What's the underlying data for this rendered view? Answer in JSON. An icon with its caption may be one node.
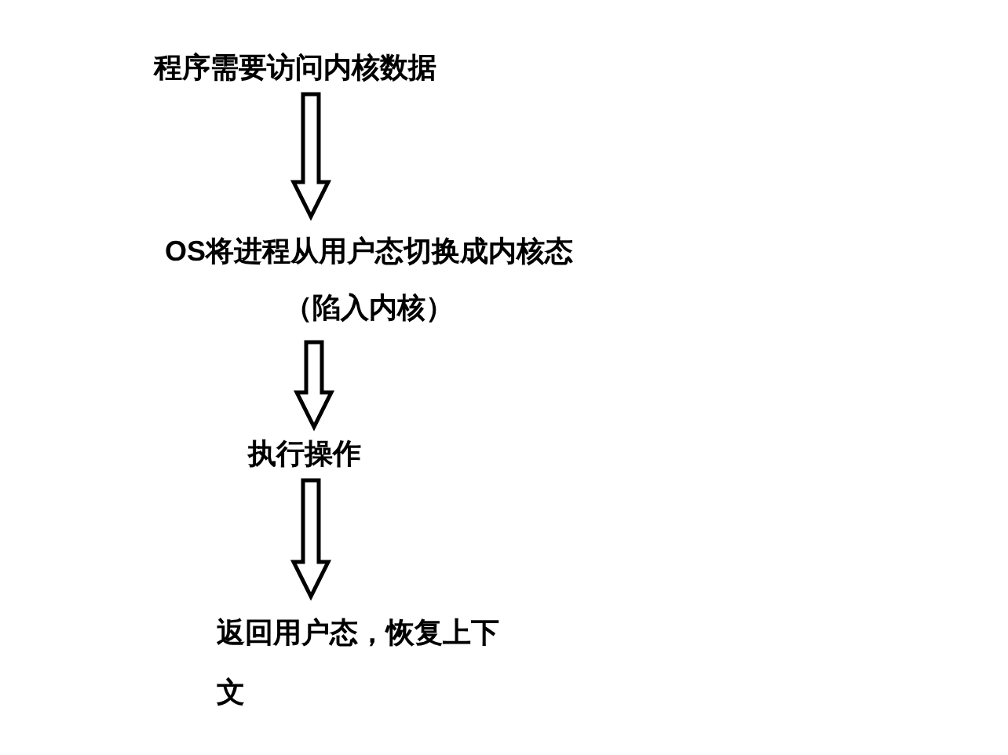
{
  "diagram": {
    "nodes": [
      {
        "text": [
          "程序需要访问内核数据"
        ]
      },
      {
        "text": [
          "OS将进程从用户态切换成内核态",
          "（陷入内核）"
        ]
      },
      {
        "text": [
          "执行操作"
        ]
      },
      {
        "text": [
          "返回用户态，恢复上下文"
        ]
      }
    ],
    "edges": [
      {
        "from": 0,
        "to": 1,
        "arrow": "to"
      },
      {
        "from": 1,
        "to": 2,
        "arrow": "to"
      },
      {
        "from": 2,
        "to": 3,
        "arrow": "to"
      }
    ]
  }
}
